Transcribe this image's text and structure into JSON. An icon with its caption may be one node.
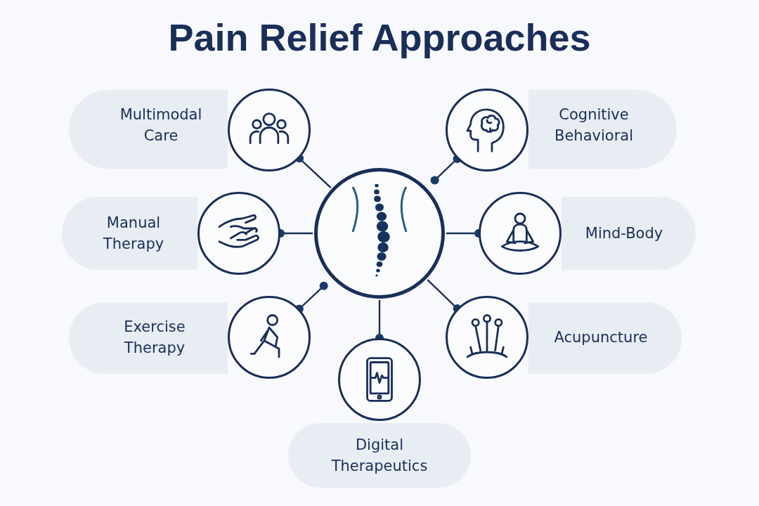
{
  "diagram": {
    "title": "Pain Relief Approaches",
    "nodes": [
      {
        "text": [],
        "shape": "circle"
      },
      {
        "text": [
          "Multimodal Care"
        ]
      },
      {
        "text": [],
        "shape": "circle"
      },
      {
        "text": [
          "Cognitive Behavioral"
        ]
      },
      {
        "text": [],
        "shape": "circle"
      },
      {
        "text": [
          "Manual Therapy"
        ]
      },
      {
        "text": [],
        "shape": "circle"
      },
      {
        "text": [
          "Mind-Body"
        ]
      },
      {
        "text": [],
        "shape": "circle"
      },
      {
        "text": [
          "Exercise Therapy"
        ]
      },
      {
        "text": [],
        "shape": "circle"
      },
      {
        "text": [
          "Acupuncture"
        ]
      },
      {
        "text": [],
        "shape": "circle"
      },
      {
        "text": [
          "Digital Therapeutics"
        ]
      },
      {
        "text": [],
        "shape": "circle"
      }
    ],
    "edges": [
      {
        "from": 0,
        "to": 2,
        "arrow": "other"
      },
      {
        "from": 0,
        "to": 4,
        "arrow": "other"
      },
      {
        "from": 0,
        "to": 6,
        "arrow": "other"
      },
      {
        "from": 0,
        "to": 8,
        "arrow": "other"
      },
      {
        "from": 0,
        "to": 10,
        "arrow": "other"
      },
      {
        "from": 0,
        "to": 12,
        "arrow": "other"
      },
      {
        "from": 0,
        "to": 14,
        "arrow": "other"
      }
    ]
  }
}
